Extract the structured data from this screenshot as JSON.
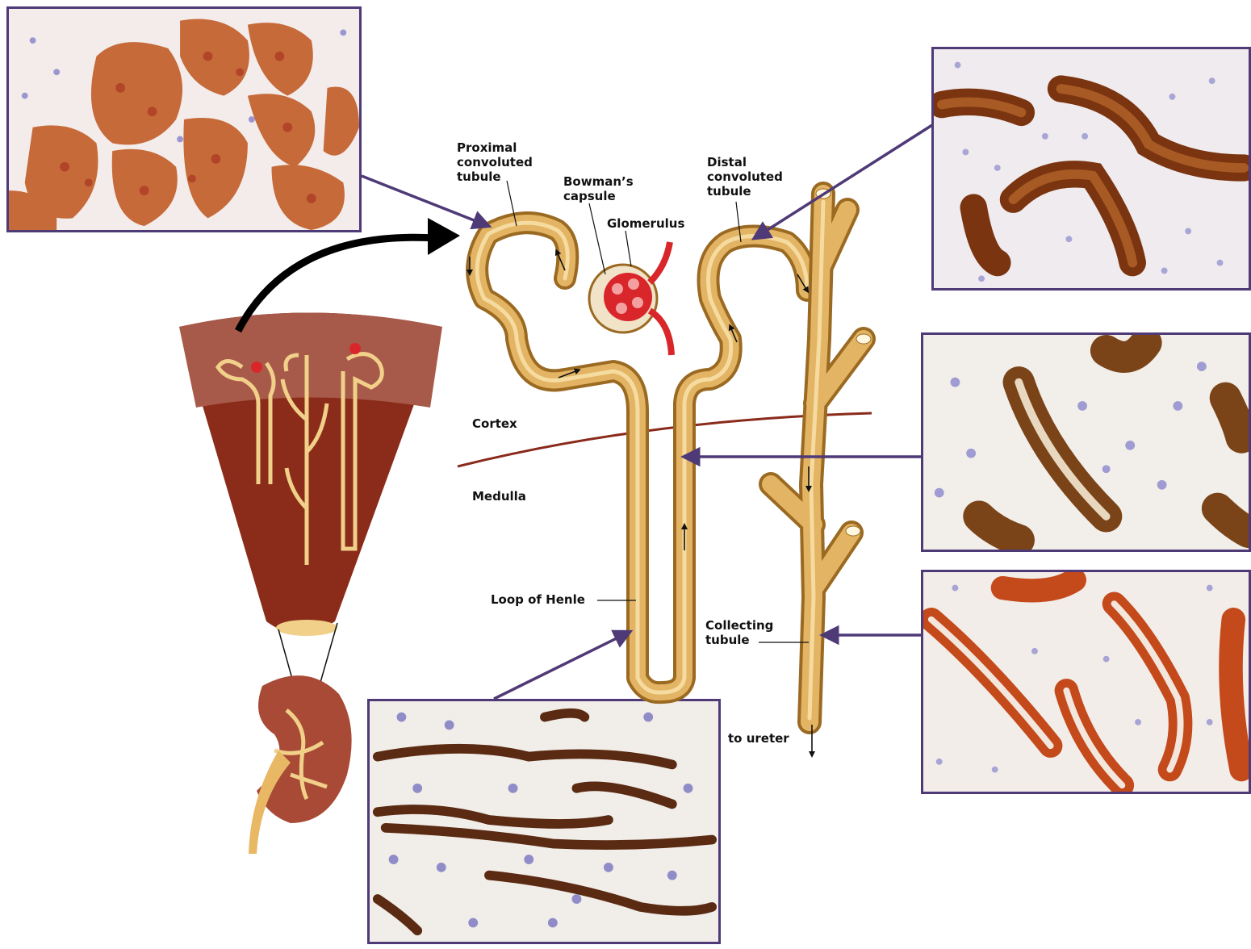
{
  "labels": {
    "proximal": "Proximal\nconvoluted\ntubule",
    "bowman": "Bowman’s\ncapsule",
    "glomerulus": "Glomerulus",
    "distal": "Distal\nconvoluted\ntubule",
    "cortex": "Cortex",
    "medulla": "Medulla",
    "loop": "Loop of Henle",
    "collecting": "Collecting\ntubule",
    "ureter": "to ureter"
  },
  "colors": {
    "tubule": "#e2b463",
    "tubule_dark": "#b9852f",
    "tubule_light": "#f6dba0",
    "panel_border": "#4f3a78",
    "arrow": "#4f3a78",
    "cortex_line": "#8a2a1a",
    "kidney_cortex": "#a85a4a",
    "kidney_medulla": "#8b2c1a",
    "vessel": "#d9262b",
    "stain_red": "#c8582a",
    "stain_brown": "#7a3410",
    "nuclei": "#9a97d0"
  },
  "panels": [
    {
      "name": "proximal-tubule-micrograph",
      "stain": "red-orange"
    },
    {
      "name": "distal-tubule-micrograph",
      "stain": "brown"
    },
    {
      "name": "thick-ascending-limb-micrograph",
      "stain": "brown"
    },
    {
      "name": "collecting-tubule-micrograph",
      "stain": "red"
    },
    {
      "name": "loop-of-henle-micrograph",
      "stain": "dark-brown"
    }
  ]
}
